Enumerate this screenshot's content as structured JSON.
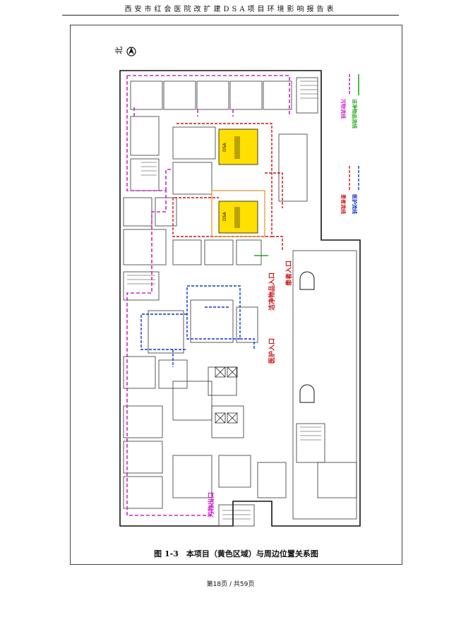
{
  "header": {
    "title": "西安市红会医院改扩建DSA项目环境影响报告表"
  },
  "plan": {
    "north_label": "北",
    "legend": {
      "dirty": "污物流线",
      "clean": "洁净物品流线",
      "patient": "患者流线",
      "medical": "医护流线"
    },
    "entrances": {
      "clean": "洁净物品入口",
      "patient": "患者入口",
      "medical": "医护入口",
      "dirty": "污物出口"
    },
    "dsa_rooms": [
      "DSA",
      "DSA"
    ],
    "colors": {
      "project": "#ffe000",
      "dirty": "#cc22cc",
      "clean": "#22aa22",
      "patient": "#cc1111",
      "medical": "#1133cc"
    }
  },
  "caption": "图 1-3　本项目（黄色区域）与周边位置关系图",
  "footer": "第18页 / 共59页"
}
